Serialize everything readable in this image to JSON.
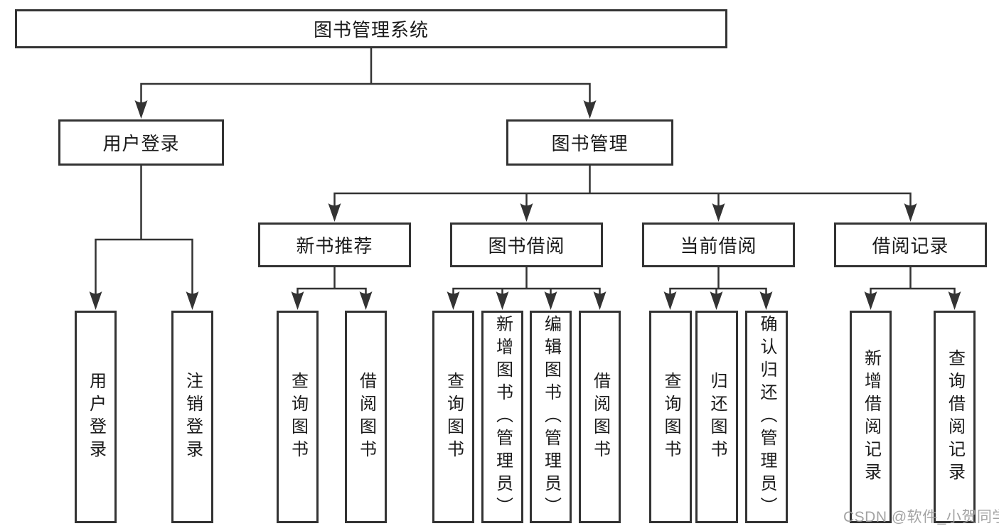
{
  "tree": {
    "root": "图书管理系统",
    "groups": [
      {
        "label": "用户登录",
        "children": [
          "用户登录",
          "注销登录"
        ]
      },
      {
        "label": "图书管理",
        "sections": [
          {
            "label": "新书推荐",
            "children": [
              "查询图书",
              "借阅图书"
            ]
          },
          {
            "label": "图书借阅",
            "children": [
              "查询图书",
              "新增图书（管理员）",
              "编辑图书（管理员）",
              "借阅图书"
            ]
          },
          {
            "label": "当前借阅",
            "children": [
              "查询图书",
              "归还图书",
              "确认归还（管理员）"
            ]
          },
          {
            "label": "借阅记录",
            "children": [
              "新增借阅记录",
              "查询借阅记录"
            ]
          }
        ]
      }
    ]
  },
  "watermark": {
    "text": "CSDN @软件_小贺同学"
  },
  "colors": {
    "line": "#333333",
    "text": "#1a1a1a",
    "watermark": "#9c9c9c",
    "background": "#ffffff"
  }
}
